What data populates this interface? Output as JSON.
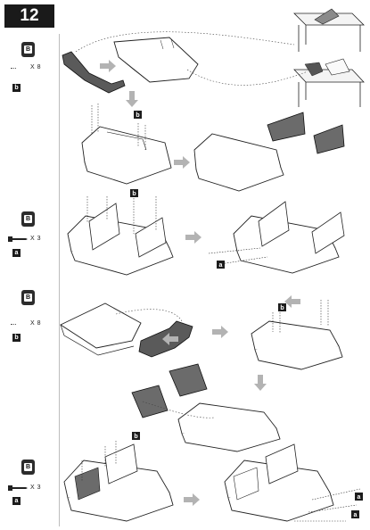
{
  "step": {
    "number": "12"
  },
  "colors": {
    "badge": "#1a1a1a",
    "arrow": "#b3b3b3",
    "part_dark": "#6b6b6b",
    "outline": "#222222"
  },
  "parts": [
    {
      "group": "1",
      "part_letter": "B",
      "quantity": "X 8",
      "fastener_key": "b"
    },
    {
      "group": "2",
      "part_letter": "B",
      "quantity": "X 3",
      "fastener_key": "a"
    },
    {
      "group": "3",
      "part_letter": "B",
      "quantity": "X 8",
      "fastener_key": "b"
    },
    {
      "group": "4",
      "part_letter": "B",
      "quantity": "X 3",
      "fastener_key": "a"
    }
  ],
  "callouts": {
    "b1": "b",
    "b2": "b",
    "a1": "a",
    "b3": "b",
    "b4": "b",
    "a2": "a",
    "a3": "a"
  },
  "icons": {
    "part_box": "part-box-icon",
    "screw": "screw-icon",
    "dowel": "dowel-icon",
    "arrow": "process-arrow-icon",
    "table": "work-table-icon"
  }
}
